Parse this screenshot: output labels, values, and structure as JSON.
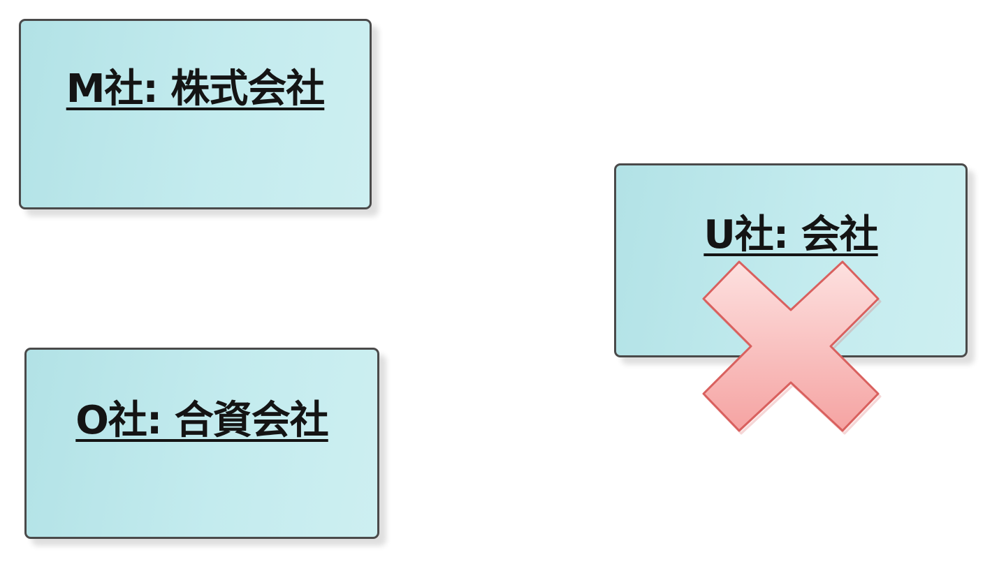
{
  "objects": {
    "m": {
      "label": "M社: 株式会社"
    },
    "o": {
      "label": "O社: 合資会社"
    },
    "u": {
      "label": "U社: 会社",
      "destroyed": true
    }
  },
  "colors": {
    "box_fill": "#c3ebee",
    "box_border": "#4a4a4a",
    "cross_fill": "#f8b2b0",
    "cross_stroke": "#d9605e"
  },
  "icons": {
    "destroy_mark": "x-cross-icon"
  }
}
